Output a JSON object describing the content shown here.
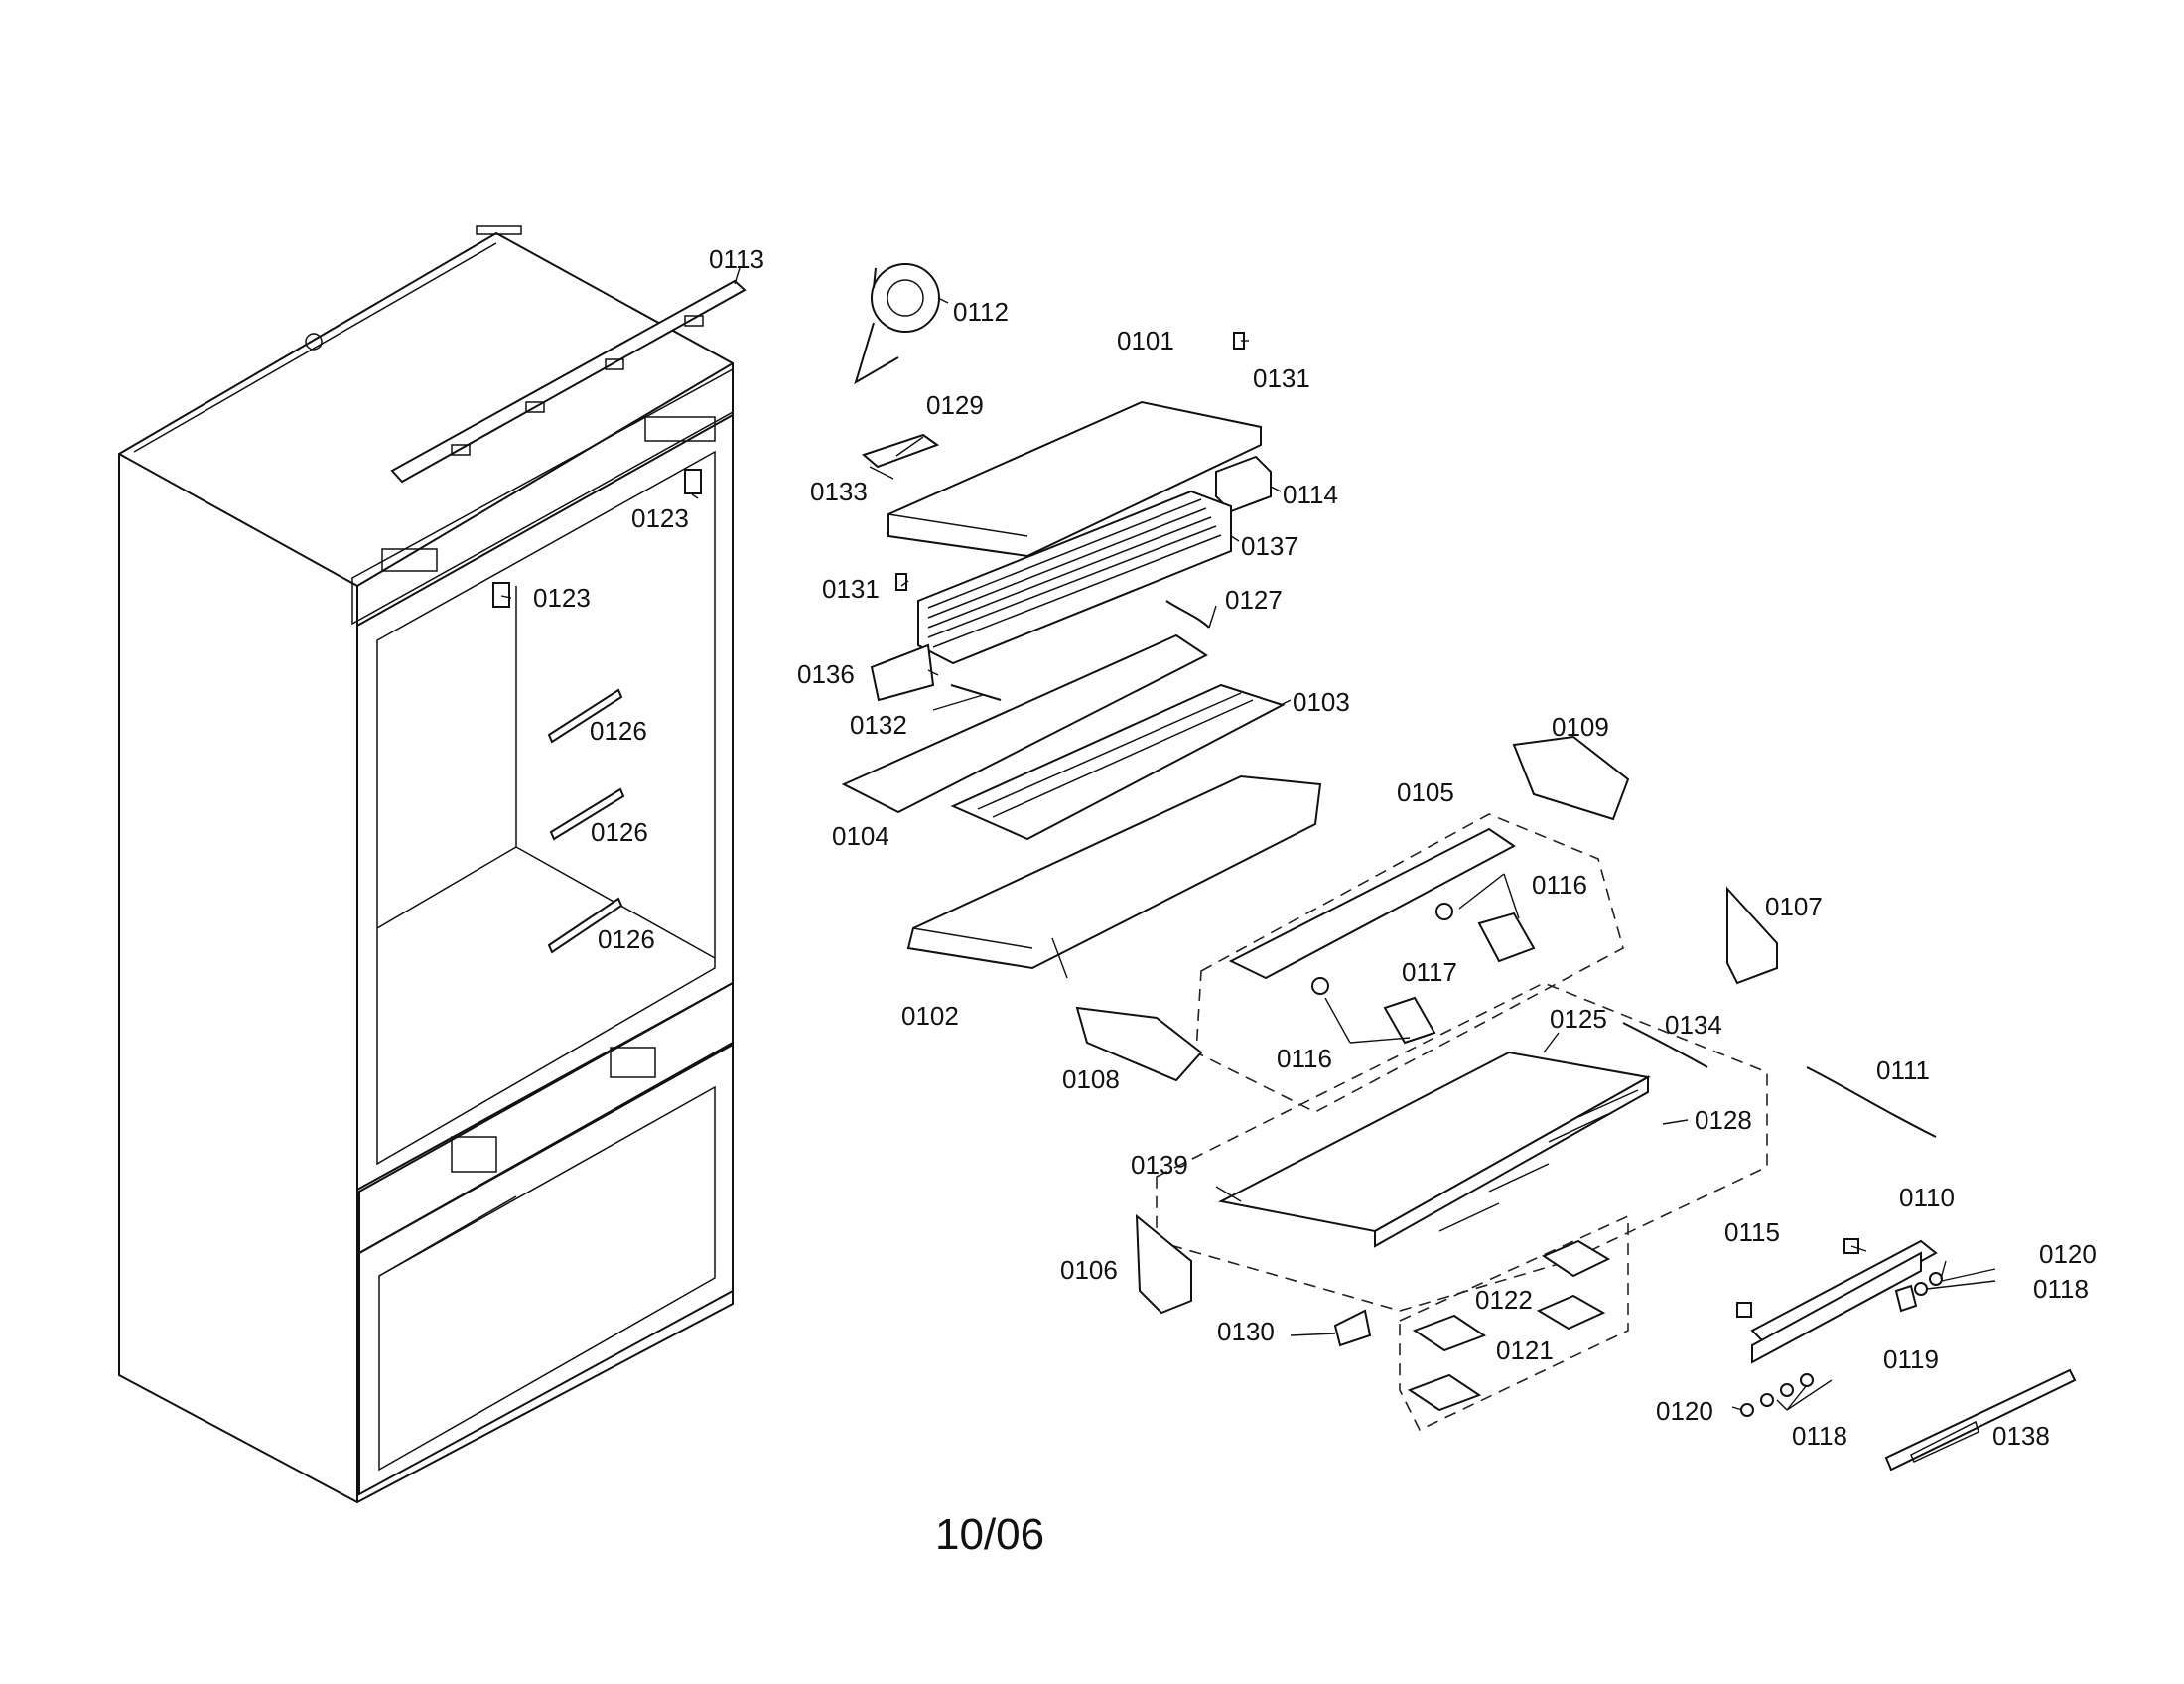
{
  "diagram": {
    "date": "10/06",
    "labels": {
      "l0113": "0113",
      "l0112": "0112",
      "l0101": "0101",
      "l0131a": "0131",
      "l0129": "0129",
      "l0133": "0133",
      "l0114": "0114",
      "l0123a": "0123",
      "l0137": "0137",
      "l0123b": "0123",
      "l0131b": "0131",
      "l0127": "0127",
      "l0136": "0136",
      "l0103": "0103",
      "l0132": "0132",
      "l0126a": "0126",
      "l0109": "0109",
      "l0104": "0104",
      "l0105": "0105",
      "l0126b": "0126",
      "l0116a": "0116",
      "l0107": "0107",
      "l0126c": "0126",
      "l0117": "0117",
      "l0102": "0102",
      "l0125": "0125",
      "l0134": "0134",
      "l0116b": "0116",
      "l0108": "0108",
      "l0111": "0111",
      "l0128": "0128",
      "l0139": "0139",
      "l0110": "0110",
      "l0115": "0115",
      "l0120a": "0120",
      "l0106": "0106",
      "l0118a": "0118",
      "l0122": "0122",
      "l0130": "0130",
      "l0121": "0121",
      "l0119": "0119",
      "l0120b": "0120",
      "l0118b": "0118",
      "l0138": "0138"
    }
  }
}
